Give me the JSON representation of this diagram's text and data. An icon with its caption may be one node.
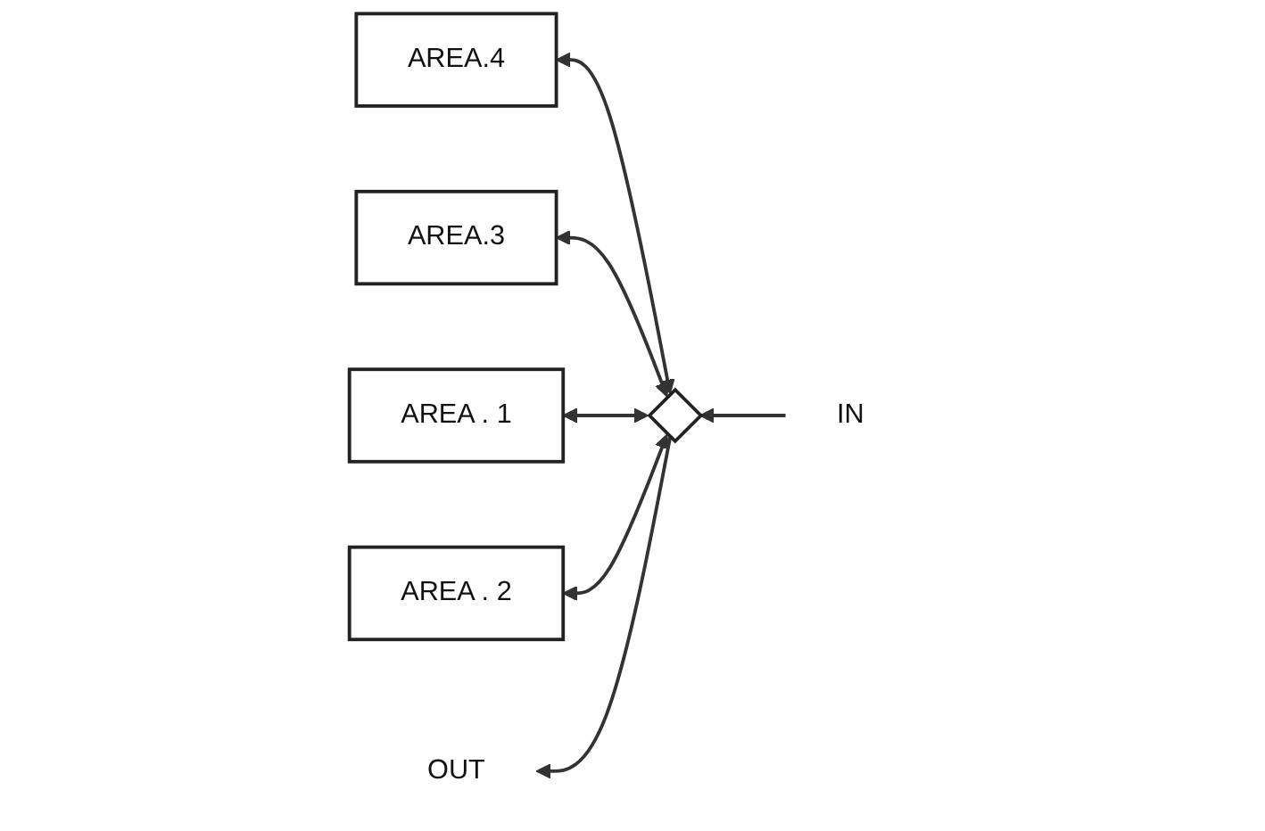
{
  "diagram": {
    "nodes": [
      {
        "text": [],
        "shape": "diamond"
      },
      {
        "text": [
          "AREA.4"
        ]
      },
      {
        "text": [
          "AREA.3"
        ]
      },
      {
        "text": [
          "AREA . 1"
        ]
      },
      {
        "text": [
          "AREA . 2"
        ]
      },
      {
        "text": [
          "IN"
        ]
      },
      {
        "text": [
          "OUT"
        ]
      }
    ],
    "edges": [
      {
        "from": 0,
        "to": 1,
        "arrow": "both"
      },
      {
        "from": 0,
        "to": 2,
        "arrow": "both"
      },
      {
        "from": 0,
        "to": 3,
        "arrow": "both"
      },
      {
        "from": 0,
        "to": 4,
        "arrow": "both"
      },
      {
        "from": 5,
        "to": 0,
        "arrow": "to"
      },
      {
        "from": 0,
        "to": 6,
        "arrow": "to"
      }
    ]
  }
}
